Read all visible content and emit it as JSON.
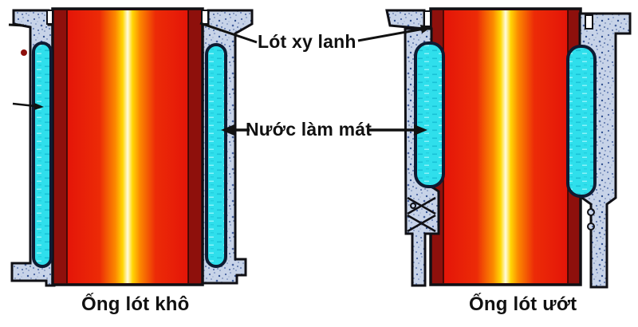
{
  "figure": {
    "type": "technical-cross-section-diagram",
    "subject": "engine cylinder liner cooling comparison",
    "annotations": {
      "liner_label": "Lót xy lanh",
      "coolant_label": "Nước làm mát"
    },
    "captions": {
      "dry": "Ống lót khô",
      "wet": "Ống lót ướt"
    },
    "colors": {
      "background": "#ffffff",
      "block_material": "#c7d3e8",
      "block_speckle": "#46619e",
      "coolant_cyan": "#2fdfec",
      "liner_wall_dark_red": "#8e100c",
      "bore_red": "#e41508",
      "bore_orange": "#fc8a00",
      "bore_yellow": "#ffd705",
      "bore_center": "#fffbe0",
      "outline": "#101015",
      "label_text": "#111111"
    }
  }
}
